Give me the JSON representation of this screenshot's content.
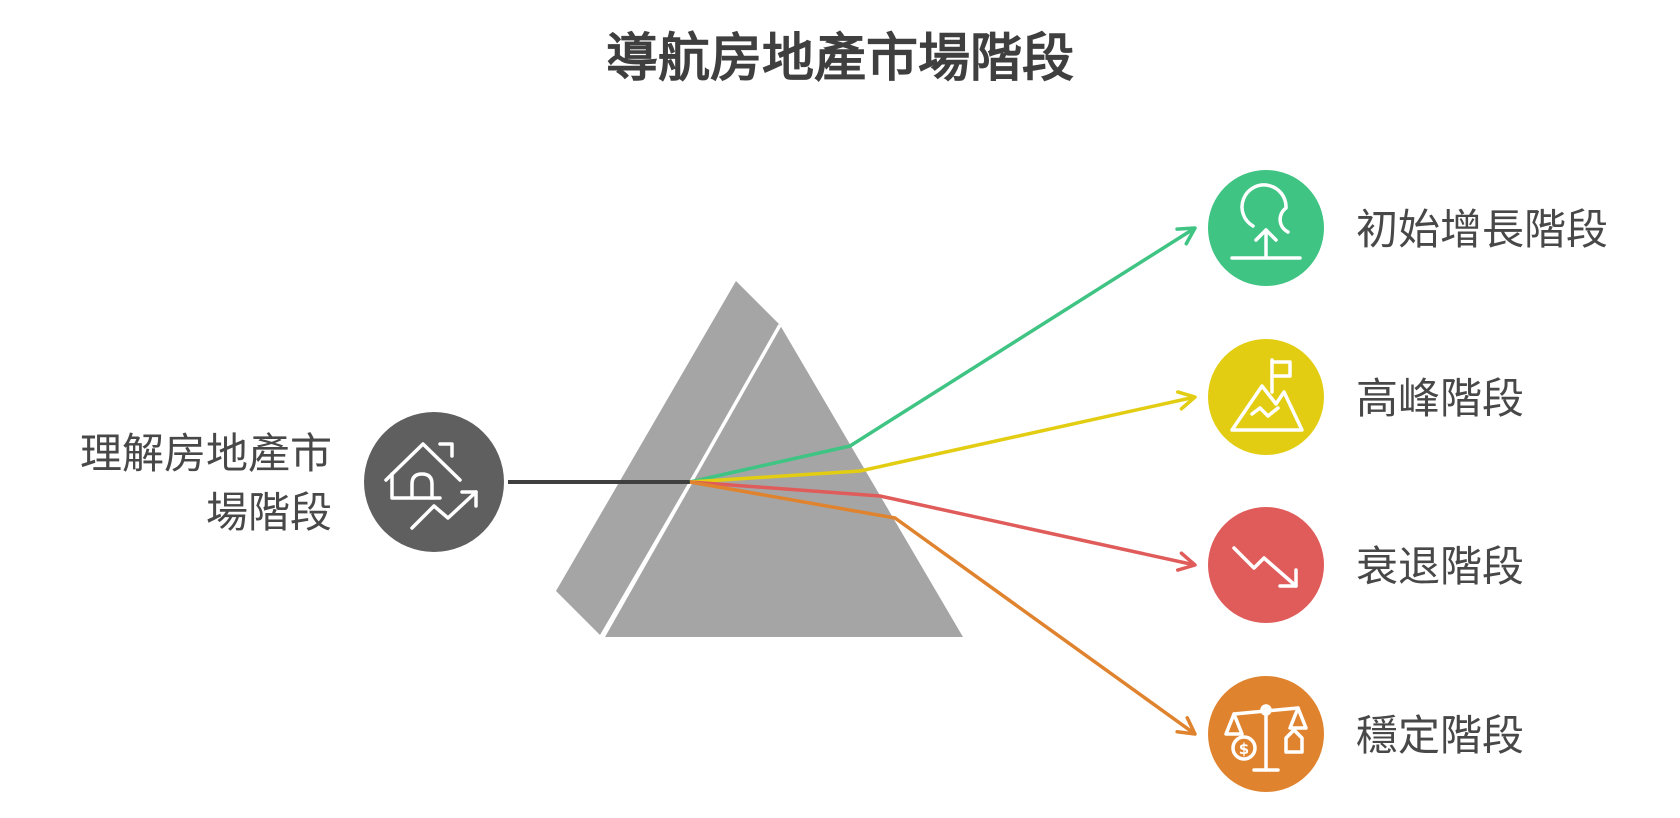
{
  "title": "導航房地產市場階段",
  "source": {
    "label_lines": [
      "理解房地產市",
      "場階段"
    ],
    "icon": "house-growth-icon",
    "color": "#5f5f5f"
  },
  "prism": {
    "color": "#a5a5a5",
    "edge_color": "#ffffff"
  },
  "stages": [
    {
      "label": "初始增長階段",
      "icon": "sprout-arrow-up-icon",
      "color": "#3fc483"
    },
    {
      "label": "高峰階段",
      "icon": "mountain-flag-icon",
      "color": "#e2cd12"
    },
    {
      "label": "衰退階段",
      "icon": "trend-down-arrow-icon",
      "color": "#e05c5a"
    },
    {
      "label": "穩定階段",
      "icon": "balance-scale-icon",
      "color": "#e0832e"
    }
  ]
}
